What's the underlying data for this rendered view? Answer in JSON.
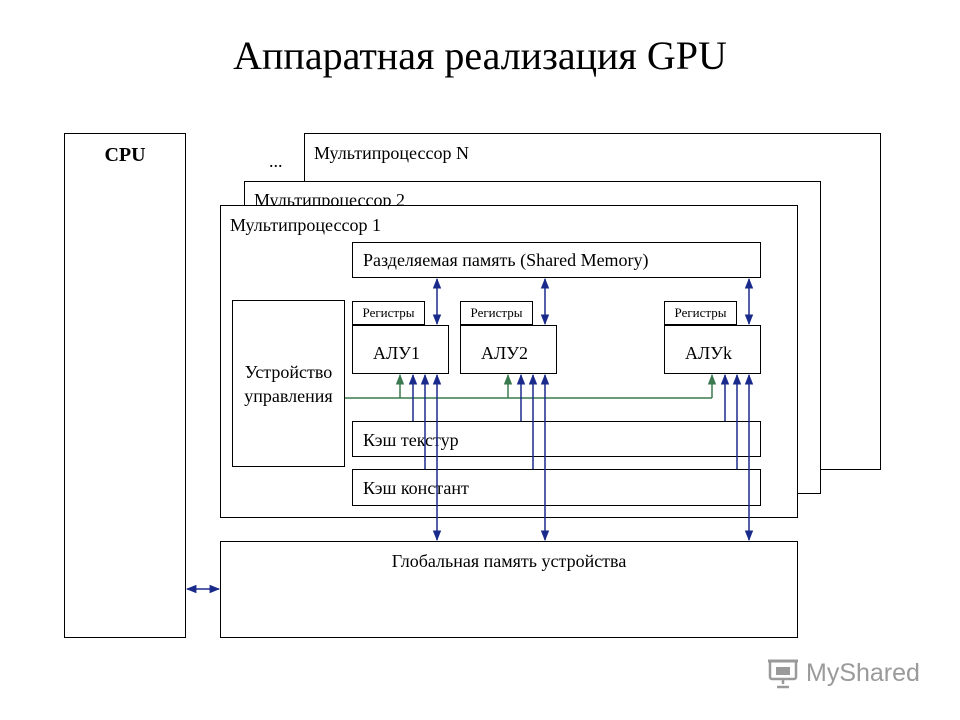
{
  "title": "Аппаратная реализация GPU",
  "cpu": {
    "label": "CPU"
  },
  "ellipsis": "...",
  "multiprocessors": {
    "n": "Мультипроцессор N",
    "two": "Мультипроцессор 2",
    "one": "Мультипроцессор 1"
  },
  "shared_memory": "Разделяемая память (Shared Memory)",
  "control_unit": {
    "line1": "Устройство",
    "line2": "управления"
  },
  "registers": [
    "Регистры",
    "Регистры",
    "Регистры"
  ],
  "alus": [
    "АЛУ1",
    "АЛУ2",
    "АЛУk"
  ],
  "texture_cache": "Кэш текстур",
  "constant_cache": "Кэш констант",
  "global_memory": "Глобальная память устройства",
  "watermark": "MyShared",
  "colors": {
    "arrow_blue": "#1a2a8a",
    "arrow_green": "#3b7a4e",
    "watermark": "#9a9a9a"
  }
}
